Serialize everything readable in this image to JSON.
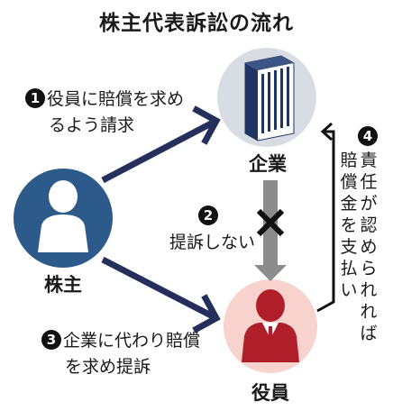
{
  "title": "株主代表訴訟の流れ",
  "nodes": {
    "shareholder": "株主",
    "company": "企業",
    "officer": "役員"
  },
  "steps": {
    "s1": {
      "num": "1",
      "line1": "役員に賠償を求め",
      "line2": "るよう請求"
    },
    "s2": {
      "num": "2",
      "text": "提訴しない"
    },
    "s3": {
      "num": "3",
      "line1": "企業に代わり賠償",
      "line2": "を求め提訴"
    },
    "s4": {
      "num": "4",
      "col1": [
        "責",
        "任",
        "が",
        "認",
        "め",
        "ら",
        "れ",
        "れ",
        "ば"
      ],
      "col2": [
        "賠",
        "償",
        "金",
        "を",
        "支",
        "払",
        "い"
      ]
    }
  },
  "colors": {
    "arrow_navy": "#23305c",
    "arrow_gray": "#8c8c8c",
    "shareholder_circle": "#2c5a8a",
    "company_circle": "#d8dde4",
    "officer_circle": "#f8d3ce",
    "officer_suit": "#b01e2a"
  }
}
